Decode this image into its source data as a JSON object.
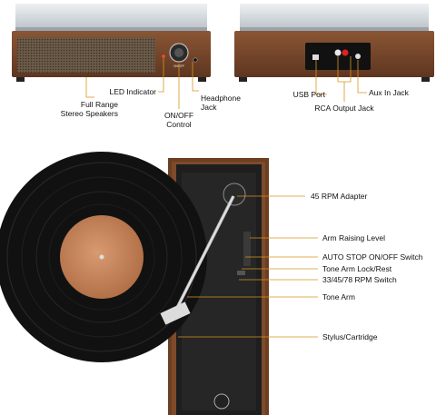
{
  "top_left_labels": {
    "full_range": [
      "Full Range",
      "Stereo Speakers"
    ],
    "led": "LED Indicator",
    "onoff": [
      "ON/OFF",
      "Control"
    ],
    "headphone": [
      "Headphone",
      "Jack"
    ]
  },
  "top_right_labels": {
    "usb": "USB Port",
    "rca": "RCA Output Jack",
    "aux": "Aux In Jack"
  },
  "bottom_labels": {
    "adapter": "45 RPM Adapter",
    "arm_raising": "Arm Raising Level",
    "auto_stop": "AUTO STOP ON/OFF Switch",
    "tone_arm_lock": "Tone Arm Lock/Rest",
    "rpm_switch": "33/45/78 RPM Switch",
    "tone_arm": "Tone Arm",
    "stylus": "Stylus/Cartridge"
  },
  "knob_markings": [
    "ON/OFF"
  ],
  "colors": {
    "wood": "#7a4a2c",
    "wood_dark": "#4e2c17",
    "leader": "#d9951d",
    "vinyl": "#111111",
    "label_disc": "#c9865a",
    "lid": "#d8dde1"
  }
}
